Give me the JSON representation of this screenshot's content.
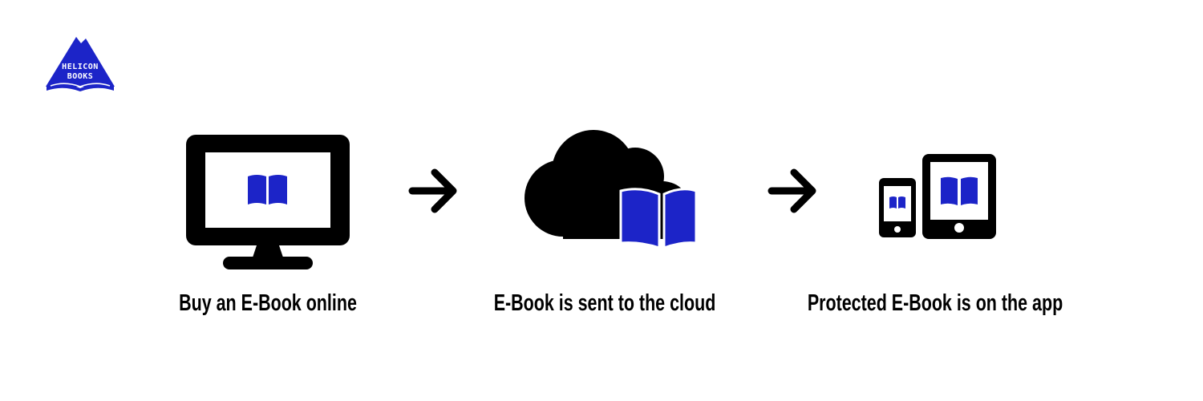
{
  "brand": {
    "logo_line1": "HELICON",
    "logo_line2": "BOOKS",
    "accent_color": "#1c24c8",
    "ink_color": "#000000"
  },
  "steps": [
    {
      "label": "Buy an E-Book online",
      "icon": "monitor-with-book-icon"
    },
    {
      "label": "E-Book is sent to the cloud",
      "icon": "cloud-with-book-icon"
    },
    {
      "label": "Protected E-Book is on the app",
      "icon": "phone-and-tablet-with-book-icon"
    }
  ],
  "connectors": [
    {
      "icon": "arrow-right-icon"
    },
    {
      "icon": "arrow-right-icon"
    }
  ]
}
